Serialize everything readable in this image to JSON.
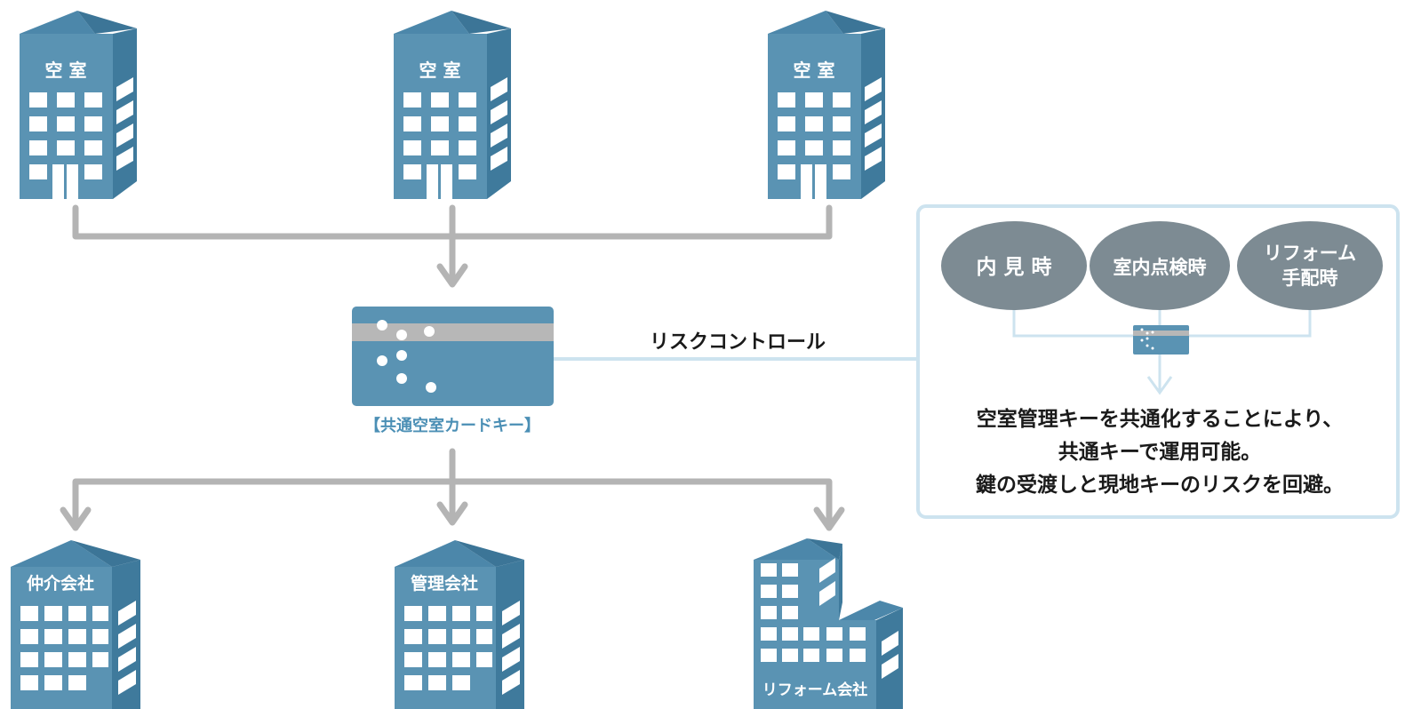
{
  "colors": {
    "building_front": "#5a93b3",
    "building_side": "#3f7a9c",
    "building_roof": "#4c87aa",
    "connector": "#b4b4b4",
    "card_body": "#5a93b3",
    "card_stripe": "#b7b7b7",
    "panel_border": "#cde3ef",
    "panel_line": "#cde3ef",
    "ellipse_fill": "#7d8b93"
  },
  "vacant_buildings": [
    {
      "label": "空 室"
    },
    {
      "label": "空 室"
    },
    {
      "label": "空 室"
    }
  ],
  "common_key": {
    "caption": "【共通空室カードキー】"
  },
  "risk_control_label": "リスクコントロール",
  "companies": [
    {
      "label": "仲介会社"
    },
    {
      "label": "管理会社"
    },
    {
      "label": "リフォーム会社"
    }
  ],
  "panel": {
    "scenarios": [
      {
        "line1": "内 見 時",
        "line2": ""
      },
      {
        "line1": "室内点検時",
        "line2": ""
      },
      {
        "line1": "リフォーム",
        "line2": "手配時"
      }
    ],
    "description": [
      "空室管理キーを共通化することにより、",
      "共通キーで運用可能。",
      "鍵の受渡しと現地キーのリスクを回避。"
    ]
  }
}
